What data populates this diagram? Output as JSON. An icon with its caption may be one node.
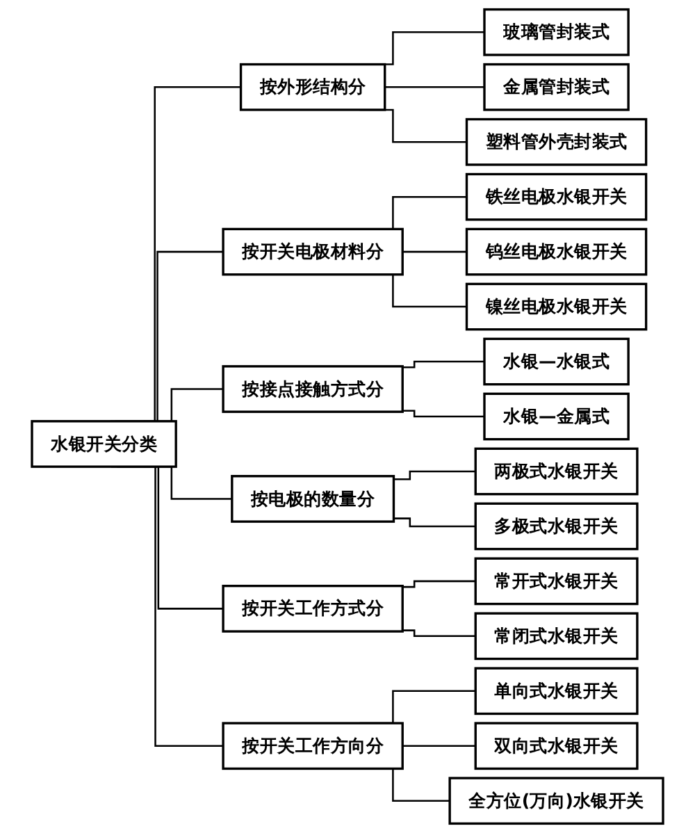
{
  "diagram": {
    "nodes": [
      {
        "text": [
          "水银开关分类"
        ]
      },
      {
        "text": [
          "按外形结构分"
        ]
      },
      {
        "text": [
          "玻璃管封装式"
        ]
      },
      {
        "text": [
          "金属管封装式"
        ]
      },
      {
        "text": [
          "塑料管外壳封装式"
        ]
      },
      {
        "text": [
          "按开关电极材料分"
        ]
      },
      {
        "text": [
          "铁丝电极水银开关"
        ]
      },
      {
        "text": [
          "钨丝电极水银开关"
        ]
      },
      {
        "text": [
          "镍丝电极水银开关"
        ]
      },
      {
        "text": [
          "按接点接触方式分"
        ]
      },
      {
        "text": [
          "水银—水银式"
        ]
      },
      {
        "text": [
          "水银—金属式"
        ]
      },
      {
        "text": [
          "按电极的数量分"
        ]
      },
      {
        "text": [
          "两极式水银开关"
        ]
      },
      {
        "text": [
          "多极式水银开关"
        ]
      },
      {
        "text": [
          "按开关工作方式分"
        ]
      },
      {
        "text": [
          "常开式水银开关"
        ]
      },
      {
        "text": [
          "常闭式水银开关"
        ]
      },
      {
        "text": [
          "按开关工作方向分"
        ]
      },
      {
        "text": [
          "单向式水银开关"
        ]
      },
      {
        "text": [
          "双向式水银开关"
        ]
      },
      {
        "text": [
          "全方位(万向)水银开关"
        ]
      }
    ],
    "edges": [
      {
        "from": 0,
        "to": 1,
        "arrow": "none"
      },
      {
        "from": 1,
        "to": 2,
        "arrow": "none"
      },
      {
        "from": 1,
        "to": 3,
        "arrow": "none"
      },
      {
        "from": 1,
        "to": 4,
        "arrow": "none"
      },
      {
        "from": 0,
        "to": 5,
        "arrow": "none"
      },
      {
        "from": 5,
        "to": 6,
        "arrow": "none"
      },
      {
        "from": 5,
        "to": 7,
        "arrow": "none"
      },
      {
        "from": 5,
        "to": 8,
        "arrow": "none"
      },
      {
        "from": 0,
        "to": 9,
        "arrow": "none"
      },
      {
        "from": 9,
        "to": 10,
        "arrow": "none"
      },
      {
        "from": 9,
        "to": 11,
        "arrow": "none"
      },
      {
        "from": 0,
        "to": 12,
        "arrow": "none"
      },
      {
        "from": 12,
        "to": 13,
        "arrow": "none"
      },
      {
        "from": 12,
        "to": 14,
        "arrow": "none"
      },
      {
        "from": 0,
        "to": 15,
        "arrow": "none"
      },
      {
        "from": 15,
        "to": 16,
        "arrow": "none"
      },
      {
        "from": 15,
        "to": 17,
        "arrow": "none"
      },
      {
        "from": 0,
        "to": 18,
        "arrow": "none"
      },
      {
        "from": 18,
        "to": 19,
        "arrow": "none"
      },
      {
        "from": 18,
        "to": 20,
        "arrow": "none"
      },
      {
        "from": 18,
        "to": 21,
        "arrow": "none"
      }
    ]
  }
}
